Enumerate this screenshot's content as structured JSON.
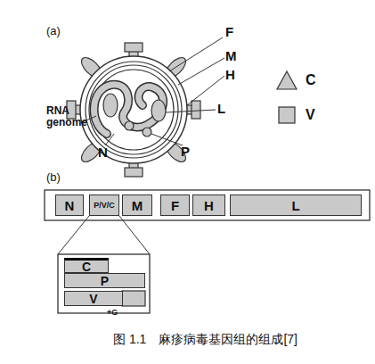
{
  "diagram": {
    "caption": "图 1.1　麻疹病毒基因组的组成[7]",
    "nodes": [
      {
        "text": [
          "N"
        ]
      },
      {
        "text": [
          "P/V/C"
        ]
      },
      {
        "text": [
          "M"
        ]
      },
      {
        "text": [
          "F"
        ]
      },
      {
        "text": [
          "H"
        ]
      },
      {
        "text": [
          "L"
        ]
      },
      {
        "text": [
          "C"
        ]
      },
      {
        "text": [
          "P"
        ]
      },
      {
        "text": [
          "V"
        ]
      }
    ],
    "labels": [
      "(a)",
      "F",
      "M",
      "H",
      "L",
      "N",
      "P",
      "RNA genome",
      "(b)",
      "+G"
    ],
    "legend": [
      {
        "text": "C"
      },
      {
        "text": "V"
      }
    ]
  }
}
